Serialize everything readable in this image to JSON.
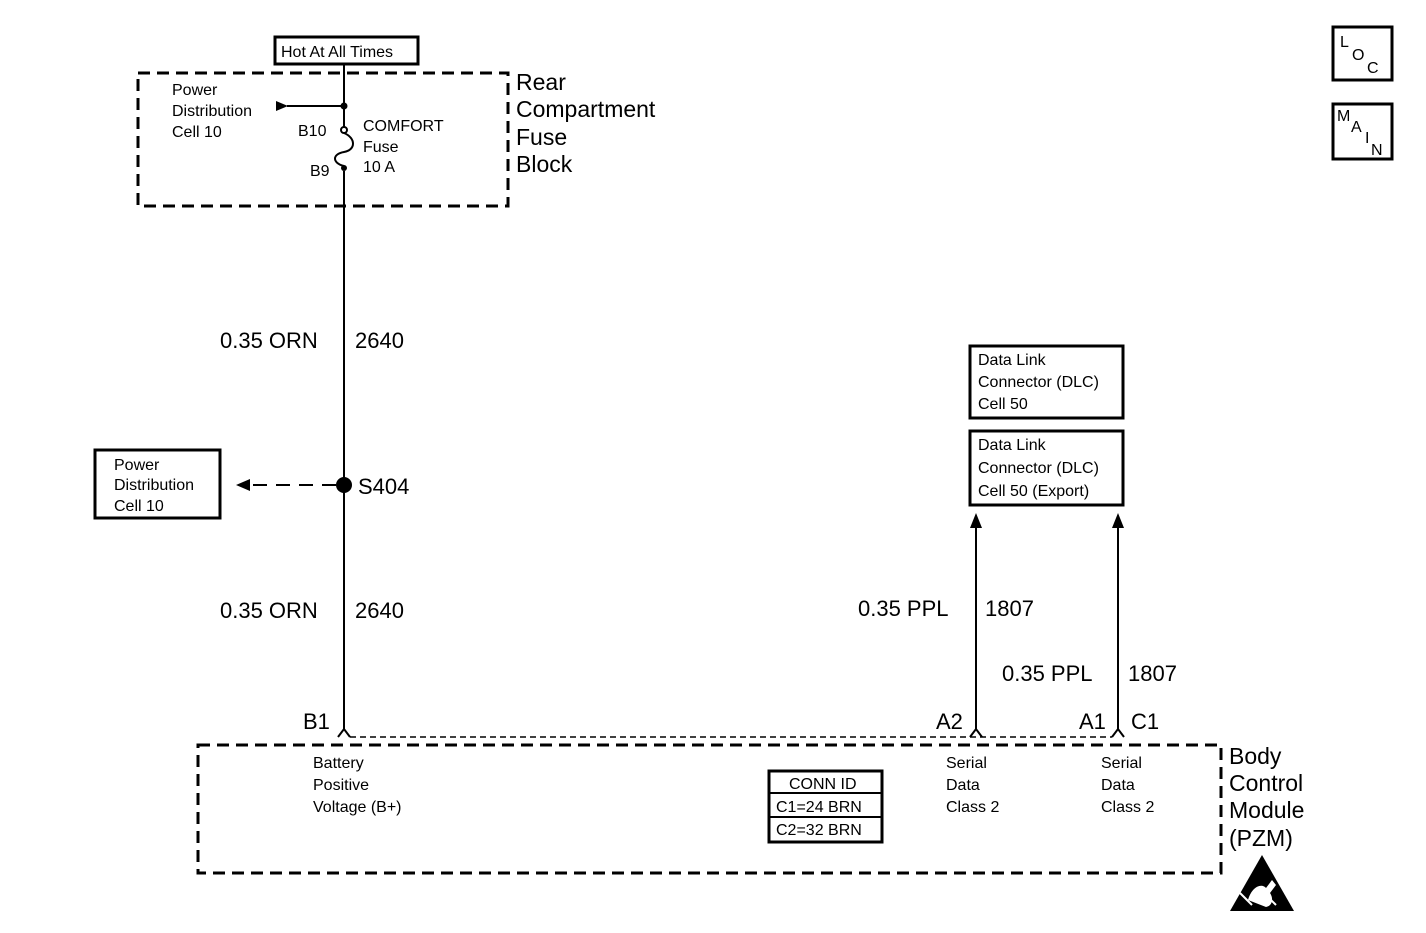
{
  "hot_label": "Hot At All Times",
  "fuse_block": {
    "name_lines": [
      "Rear",
      "Compartment",
      "Fuse",
      "Block"
    ],
    "power_ref_lines": [
      "Power",
      "Distribution",
      "Cell 10"
    ],
    "pin_in": "B10",
    "pin_out": "B9",
    "fuse_lines": [
      "COMFORT",
      "Fuse",
      "10 A"
    ]
  },
  "wire_upper": {
    "gauge_color": "0.35 ORN",
    "circuit": "2640"
  },
  "splice": {
    "id": "S404",
    "ref_lines": [
      "Power",
      "Distribution",
      "Cell 10"
    ]
  },
  "wire_lower": {
    "gauge_color": "0.35 ORN",
    "circuit": "2640"
  },
  "dlc_box_1": [
    "Data Link",
    "Connector (DLC)",
    "Cell 50"
  ],
  "dlc_box_2": [
    "Data Link",
    "Connector (DLC)",
    "Cell 50 (Export)"
  ],
  "wire_ppl_a": {
    "gauge_color": "0.35 PPL",
    "circuit": "1807"
  },
  "wire_ppl_b": {
    "gauge_color": "0.35 PPL",
    "circuit": "1807"
  },
  "bcm": {
    "name_lines": [
      "Body",
      "Control",
      "Module",
      "(PZM)"
    ],
    "pin_b1": "B1",
    "pin_a2": "A2",
    "pin_a1": "A1",
    "pin_c1": "C1",
    "b_plus_lines": [
      "Battery",
      "Positive",
      "Voltage (B+)"
    ],
    "serial_a_lines": [
      "Serial",
      "Data",
      "Class 2"
    ],
    "serial_b_lines": [
      "Serial",
      "Data",
      "Class 2"
    ],
    "conn_id": {
      "title": "CONN ID",
      "rows": [
        "C1=24 BRN",
        "C2=32 BRN"
      ]
    }
  },
  "nav": {
    "loc": [
      "L",
      "O",
      "C"
    ],
    "main": [
      "M",
      "A",
      "I",
      "N"
    ]
  },
  "esd_icon": "esd-warning-icon"
}
